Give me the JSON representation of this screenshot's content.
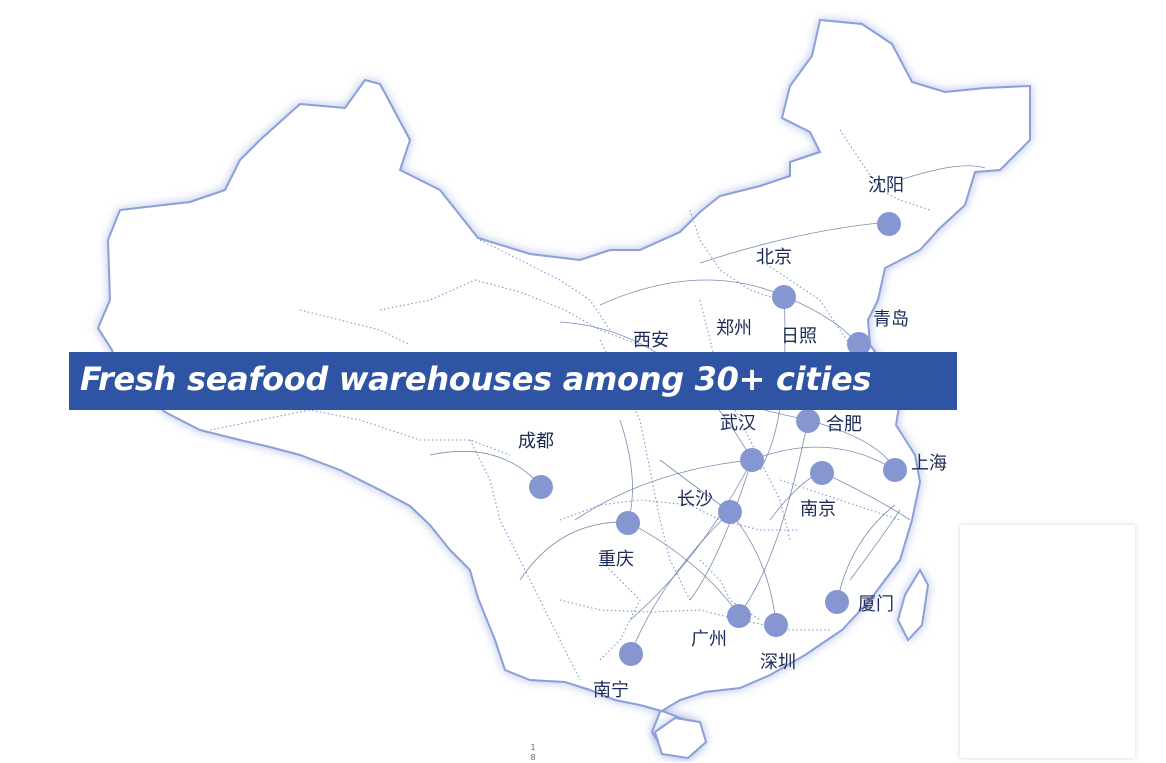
{
  "banner": {
    "title": "Fresh seafood warehouses among 30+ cities"
  },
  "page": {
    "number": "18"
  },
  "colors": {
    "banner_bg": "#2f54a3",
    "dot": "#8596d0",
    "map_stroke": "#8aa0d8",
    "label_text": "#1d2a55"
  },
  "cities": [
    {
      "id": "shenyang",
      "label": "沈阳"
    },
    {
      "id": "beijing",
      "label": "北京"
    },
    {
      "id": "qingdao",
      "label": "青岛"
    },
    {
      "id": "xian",
      "label": "西安"
    },
    {
      "id": "zhengzhou",
      "label": "郑州"
    },
    {
      "id": "rizhao",
      "label": "日照"
    },
    {
      "id": "wuhan",
      "label": "武汉"
    },
    {
      "id": "hefei",
      "label": "合肥"
    },
    {
      "id": "chengdu",
      "label": "成都"
    },
    {
      "id": "shanghai",
      "label": "上海"
    },
    {
      "id": "changsha",
      "label": "长沙"
    },
    {
      "id": "nanjing",
      "label": "南京"
    },
    {
      "id": "chongqing",
      "label": "重庆"
    },
    {
      "id": "xiamen",
      "label": "厦门"
    },
    {
      "id": "guangzhou",
      "label": "广州"
    },
    {
      "id": "shenzhen",
      "label": "深圳"
    },
    {
      "id": "nanning",
      "label": "南宁"
    }
  ]
}
